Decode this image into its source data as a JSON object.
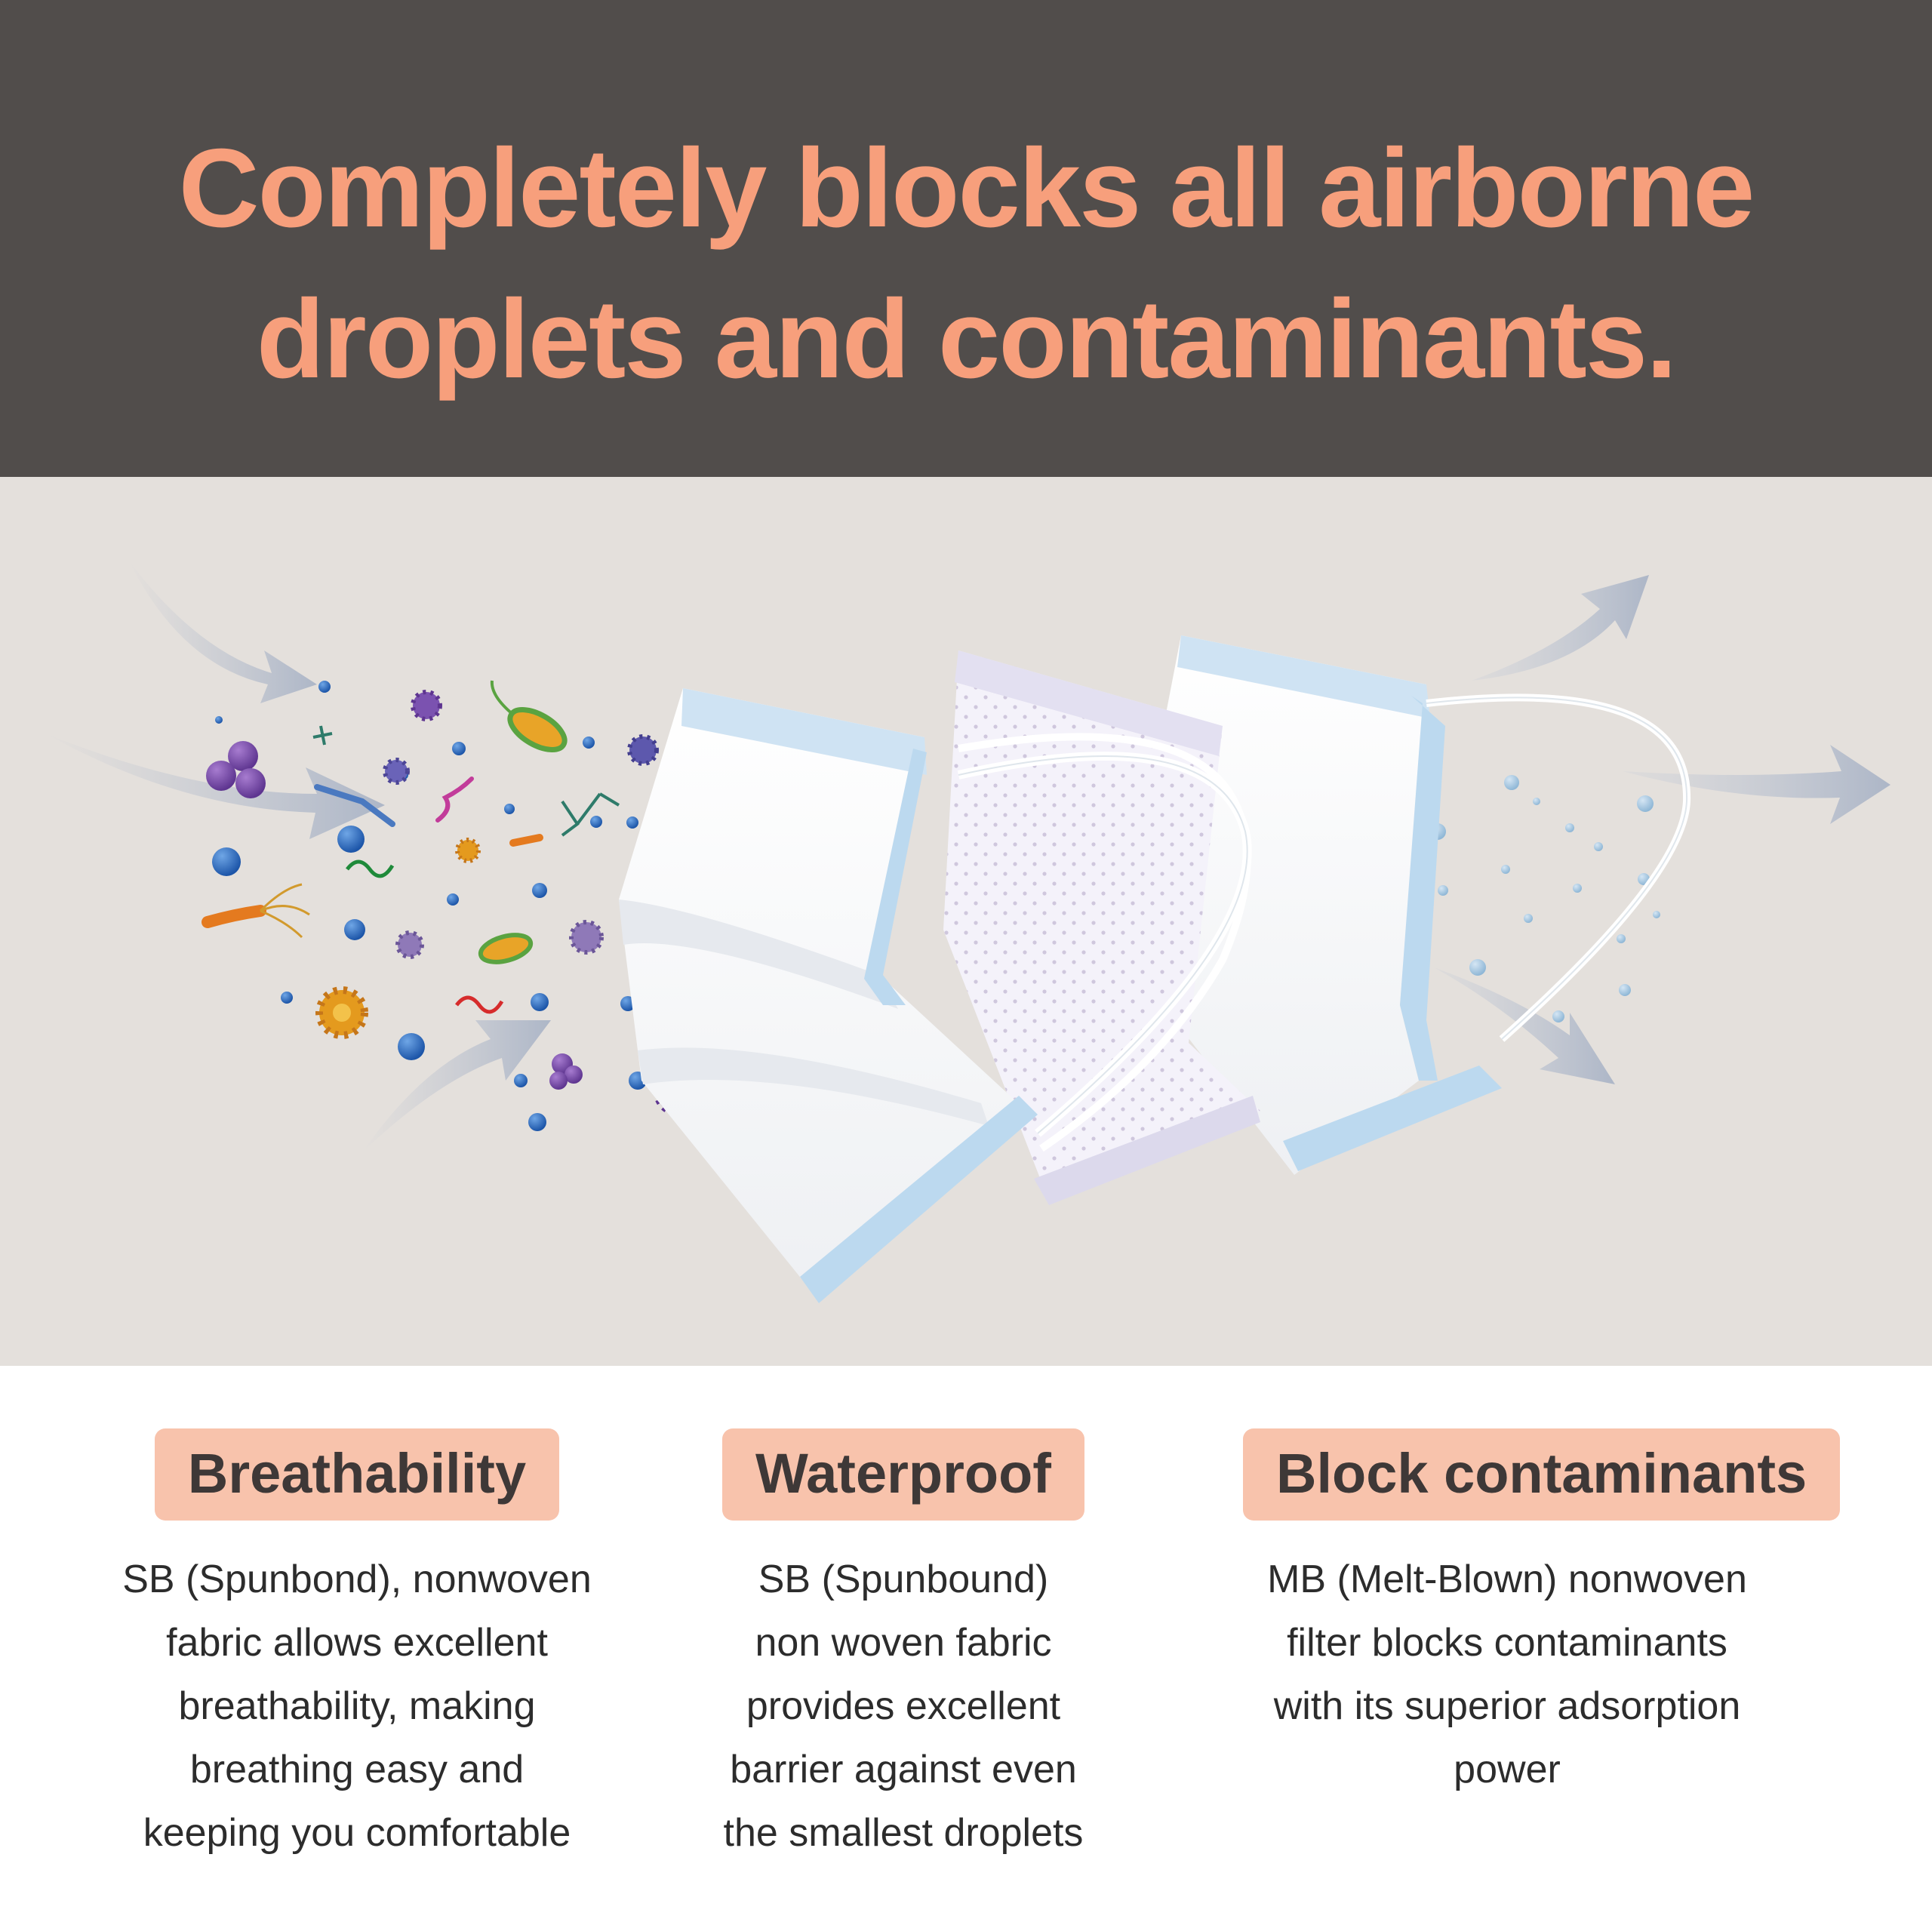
{
  "header": {
    "title_line1": "Completely blocks all airborne",
    "title_line2": "droplets and contaminants."
  },
  "colors": {
    "header_bg": "#514d4b",
    "title": "#f79f7c",
    "illustration_bg": "#e4e0dc",
    "badge_bg": "#f8c3ac",
    "mask_trim": "#bcd9ef"
  },
  "illustration": {
    "icons": [
      "airflow-arrow-icon",
      "virus-icon",
      "bacteria-icon",
      "droplet-icon",
      "face-mask-icon",
      "ear-loop-icon"
    ]
  },
  "features": [
    {
      "title": "Breathability",
      "lines": [
        "SB (Spunbond), nonwoven",
        "fabric allows excellent",
        "breathability, making",
        "breathing easy and",
        "keeping you comfortable"
      ]
    },
    {
      "title": "Waterproof",
      "lines": [
        "SB (Spunbound)",
        "non woven fabric",
        "provides excellent",
        "barrier against even",
        "the smallest droplets"
      ]
    },
    {
      "title": "Block contaminants",
      "lines": [
        "MB (Melt-Blown) nonwoven",
        "filter blocks contaminants",
        "with its superior adsorption",
        "power"
      ]
    }
  ]
}
